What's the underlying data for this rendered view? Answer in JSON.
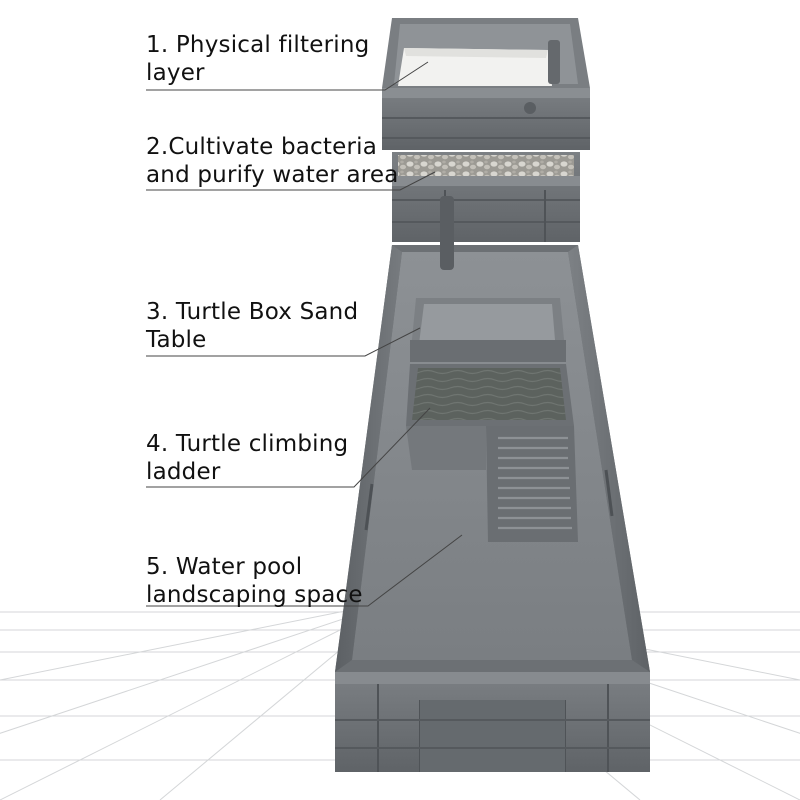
{
  "labels": [
    {
      "line1": "1. Physical filtering",
      "line2": "layer"
    },
    {
      "line1": "2.Cultivate bacteria",
      "line2": "and purify water area"
    },
    {
      "line1": "3. Turtle Box Sand",
      "line2": "Table"
    },
    {
      "line1": "4. Turtle climbing",
      "line2": "ladder"
    },
    {
      "line1": "5. Water pool",
      "line2": "landscaping space"
    }
  ],
  "colors": {
    "box": "#6f7377",
    "box_dark": "#55595d",
    "box_light": "#8a8e92",
    "leader": "#444444",
    "text": "#111111"
  }
}
